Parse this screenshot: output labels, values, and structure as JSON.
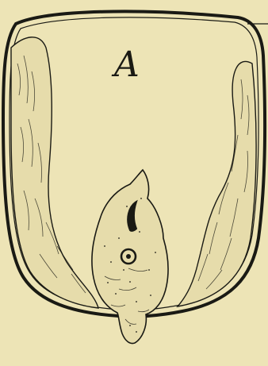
{
  "figure": {
    "label": "A",
    "colors": {
      "paper": "#ede4b6",
      "ink": "#1a1a14",
      "stipple_fill": "#e6dcab"
    },
    "parts": [
      "outer-wall",
      "inner-lining",
      "left-tissue-mass",
      "right-tissue-mass",
      "central-cavity",
      "basal-body",
      "curved-marking",
      "ring-marking",
      "pointer-line"
    ]
  }
}
